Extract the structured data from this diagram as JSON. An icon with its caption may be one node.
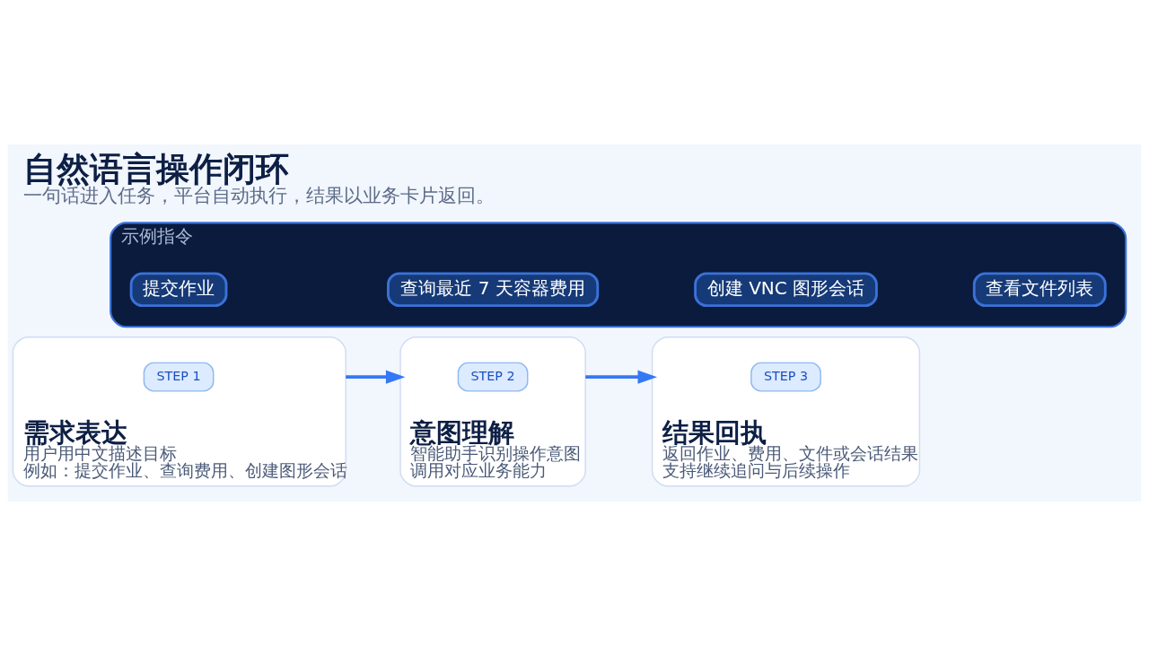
{
  "diagram": {
    "title": "自然语言操作闭环",
    "caption": "一句话进入任务，平台自动执行，结果以业务卡片返回。",
    "nodes": [
      {
        "text": [
          "需求表达",
          "用户用中文描述目标",
          "例如：提交作业、查询费用、创建图形会话"
        ]
      },
      {
        "text": [
          "STEP 1"
        ],
        "in": 0
      },
      {
        "text": [
          "意图理解",
          "智能助手识别操作意图",
          "调用对应业务能力"
        ]
      },
      {
        "text": [
          "STEP 2"
        ],
        "in": 2
      },
      {
        "text": [
          "结果回执",
          "返回作业、费用、文件或会话结果",
          "支持继续追问与后续操作"
        ]
      },
      {
        "text": [
          "STEP 3"
        ],
        "in": 4
      },
      {
        "text": [
          "示例指令"
        ]
      },
      {
        "text": [
          "提交作业"
        ],
        "in": 6
      },
      {
        "text": [
          "查询最近 7 天容器费用"
        ],
        "in": 6
      },
      {
        "text": [
          "创建 VNC 图形会话"
        ],
        "in": 6
      },
      {
        "text": [
          "查看文件列表"
        ],
        "in": 6
      }
    ],
    "edges": [
      {
        "from": 0,
        "to": 2,
        "arrow": "to"
      },
      {
        "from": 2,
        "to": 4,
        "arrow": "to"
      }
    ]
  }
}
